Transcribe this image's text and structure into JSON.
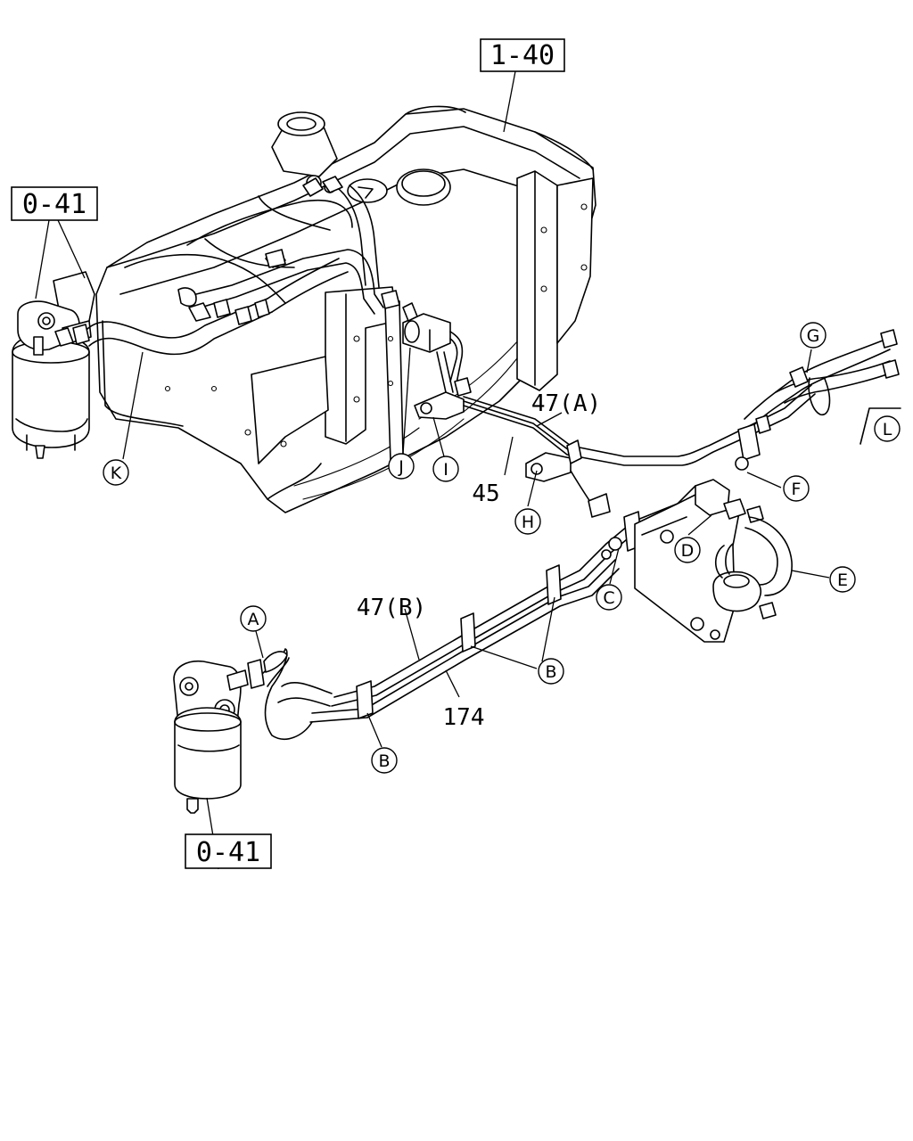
{
  "refs": {
    "r1": "1-40",
    "r2": "0-41",
    "r3": "0-41"
  },
  "part_numbers": {
    "p47a": "47(A)",
    "p45": "45",
    "p47b": "47(B)",
    "p174": "174"
  },
  "callouts": {
    "A": "A",
    "B1": "B",
    "B2": "B",
    "C": "C",
    "D": "D",
    "E": "E",
    "F": "F",
    "G": "G",
    "H": "H",
    "I": "I",
    "J": "J",
    "K": "K",
    "L": "L"
  }
}
